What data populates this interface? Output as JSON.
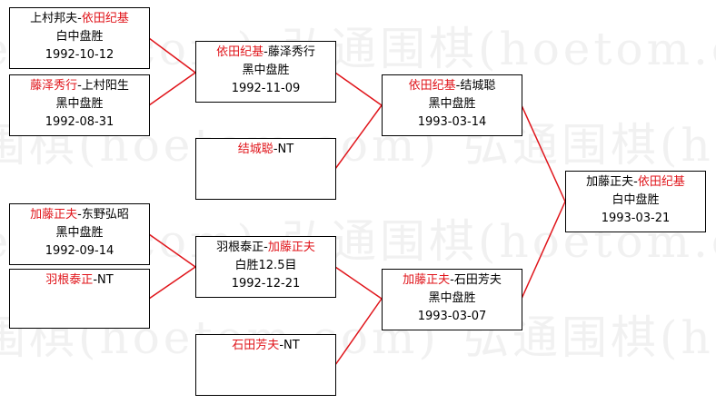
{
  "watermark": "弘通围棋(hoetom.com)",
  "matches": {
    "r1a": {
      "p1": "上村邦夫",
      "p2": "依田纪基",
      "winner": 2,
      "result": "白中盘胜",
      "date": "1992-10-12"
    },
    "r1b": {
      "p1": "藤泽秀行",
      "p2": "上村阳生",
      "winner": 1,
      "result": "黑中盘胜",
      "date": "1992-08-31"
    },
    "r1c": {
      "p1": "结城聪",
      "p2": "NT",
      "winner": 1,
      "result": "",
      "date": ""
    },
    "r1d": {
      "p1": "加藤正夫",
      "p2": "东野弘昭",
      "winner": 1,
      "result": "黑中盘胜",
      "date": "1992-09-14"
    },
    "r1e": {
      "p1": "羽根泰正",
      "p2": "NT",
      "winner": 1,
      "result": "",
      "date": ""
    },
    "r1f": {
      "p1": "石田芳夫",
      "p2": "NT",
      "winner": 1,
      "result": "",
      "date": ""
    },
    "r2a": {
      "p1": "依田纪基",
      "p2": "藤泽秀行",
      "winner": 1,
      "result": "黑中盘胜",
      "date": "1992-11-09"
    },
    "r2b": {
      "p1": "羽根泰正",
      "p2": "加藤正夫",
      "winner": 2,
      "result": "白胜12.5目",
      "date": "1992-12-21"
    },
    "r3a": {
      "p1": "依田纪基",
      "p2": "结城聪",
      "winner": 1,
      "result": "黑中盘胜",
      "date": "1993-03-14"
    },
    "r3b": {
      "p1": "加藤正夫",
      "p2": "石田芳夫",
      "winner": 1,
      "result": "黑中盘胜",
      "date": "1993-03-07"
    },
    "final": {
      "p1": "加藤正夫",
      "p2": "依田纪基",
      "winner": 2,
      "result": "白中盘胜",
      "date": "1993-03-21"
    }
  },
  "colors": {
    "winner": "#e0141a",
    "line": "#e0141a",
    "border": "#000000",
    "watermark": "#f1f1f1"
  }
}
